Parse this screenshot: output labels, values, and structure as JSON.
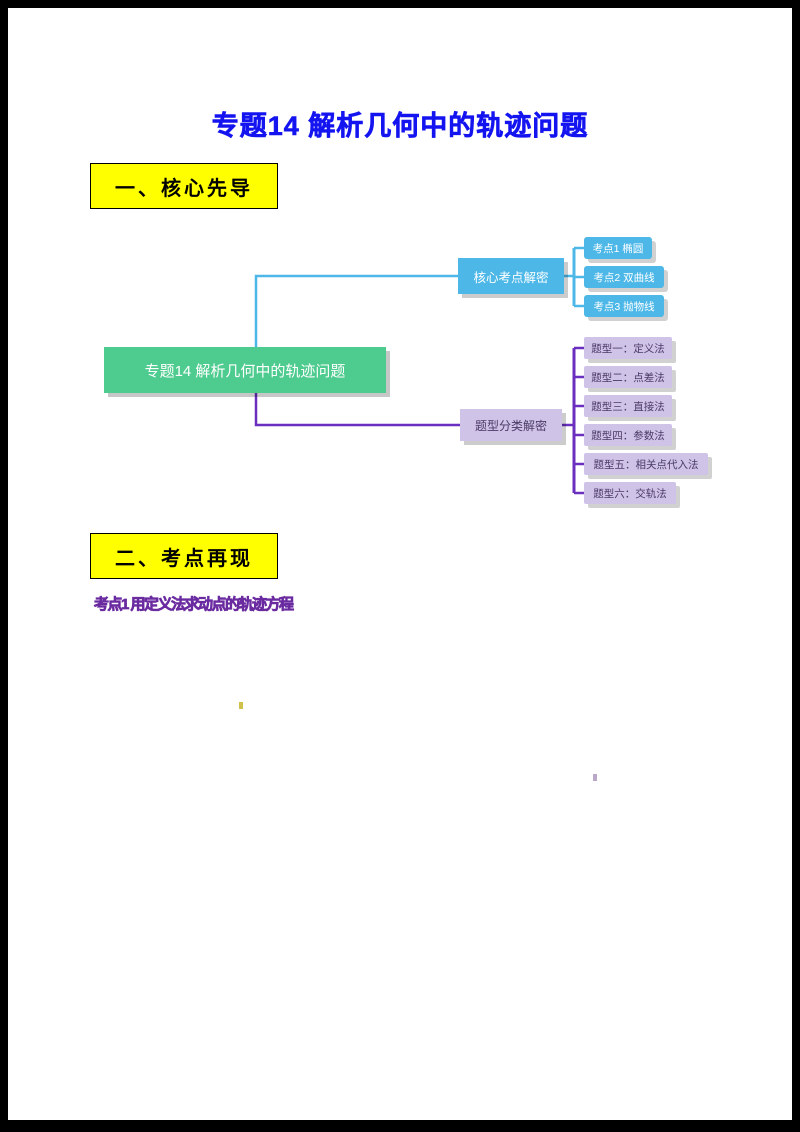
{
  "document": {
    "title": "专题14 解析几何中的轨迹问题",
    "title_color": "#1414f0",
    "page_background": "#ffffff",
    "canvas_background": "#000000"
  },
  "sections": [
    {
      "id": "section-1",
      "label": "一、核心先导",
      "background": "#ffff00",
      "text_color": "#000000"
    },
    {
      "id": "section-2",
      "label": "二、考点再现",
      "background": "#ffff00",
      "text_color": "#000000"
    }
  ],
  "subheadings": [
    {
      "id": "subheading-1",
      "label": "考点1 用定义法求动点的轨迹方程",
      "color": "#6a2aa0"
    }
  ],
  "mindmap": {
    "root": {
      "label": "专题14 解析几何中的轨迹问题",
      "background": "#4ecb8e",
      "text_color": "#ffffff"
    },
    "branches": [
      {
        "id": "core",
        "label": "核心考点解密",
        "background": "#4db8e8",
        "text_color": "#ffffff",
        "connector_color": "#4db8e8",
        "leaves": [
          {
            "id": "k1",
            "label": "考点1 椭圆"
          },
          {
            "id": "k2",
            "label": "考点2 双曲线"
          },
          {
            "id": "k3",
            "label": "考点3 抛物线"
          }
        ]
      },
      {
        "id": "types",
        "label": "题型分类解密",
        "background": "#cfc3e8",
        "text_color": "#4a3a66",
        "connector_color": "#6b2fc0",
        "leaves": [
          {
            "id": "t1",
            "label": "题型一：定义法"
          },
          {
            "id": "t2",
            "label": "题型二：点差法"
          },
          {
            "id": "t3",
            "label": "题型三：直接法"
          },
          {
            "id": "t4",
            "label": "题型四：参数法"
          },
          {
            "id": "t5",
            "label": "题型五：相关点代入法"
          },
          {
            "id": "t6",
            "label": "题型六：交轨法"
          }
        ]
      }
    ]
  }
}
